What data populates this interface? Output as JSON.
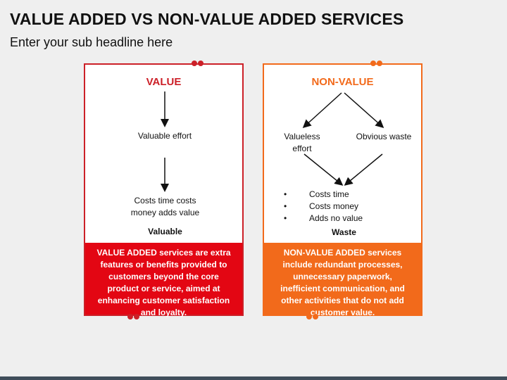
{
  "slide": {
    "title": "VALUE ADDED VS NON-VALUE ADDED SERVICES",
    "subtitle": "Enter your sub headline here"
  },
  "value_card": {
    "heading": "VALUE",
    "step1": "Valuable effort",
    "step2": "Costs time costs money adds value",
    "result": "Valuable",
    "description": "VALUE ADDED services are extra features or benefits provided to customers beyond the core product or service, aimed at enhancing customer satisfaction and loyalty.",
    "accent_color": "#cc2028",
    "fill_color": "#e30613"
  },
  "nonvalue_card": {
    "heading": "NON-VALUE",
    "left_item": "Valueless effort",
    "right_item": "Obvious waste",
    "bullets": [
      "Costs time",
      "Costs money",
      "Adds no value"
    ],
    "bullet_glyph": "•",
    "result": "Waste",
    "description": "NON-VALUE ADDED services include redundant processes, unnecessary paperwork, inefficient communication, and other activities that do not add customer value.",
    "accent_color": "#f26a1b",
    "fill_color": "#f26a1b"
  }
}
